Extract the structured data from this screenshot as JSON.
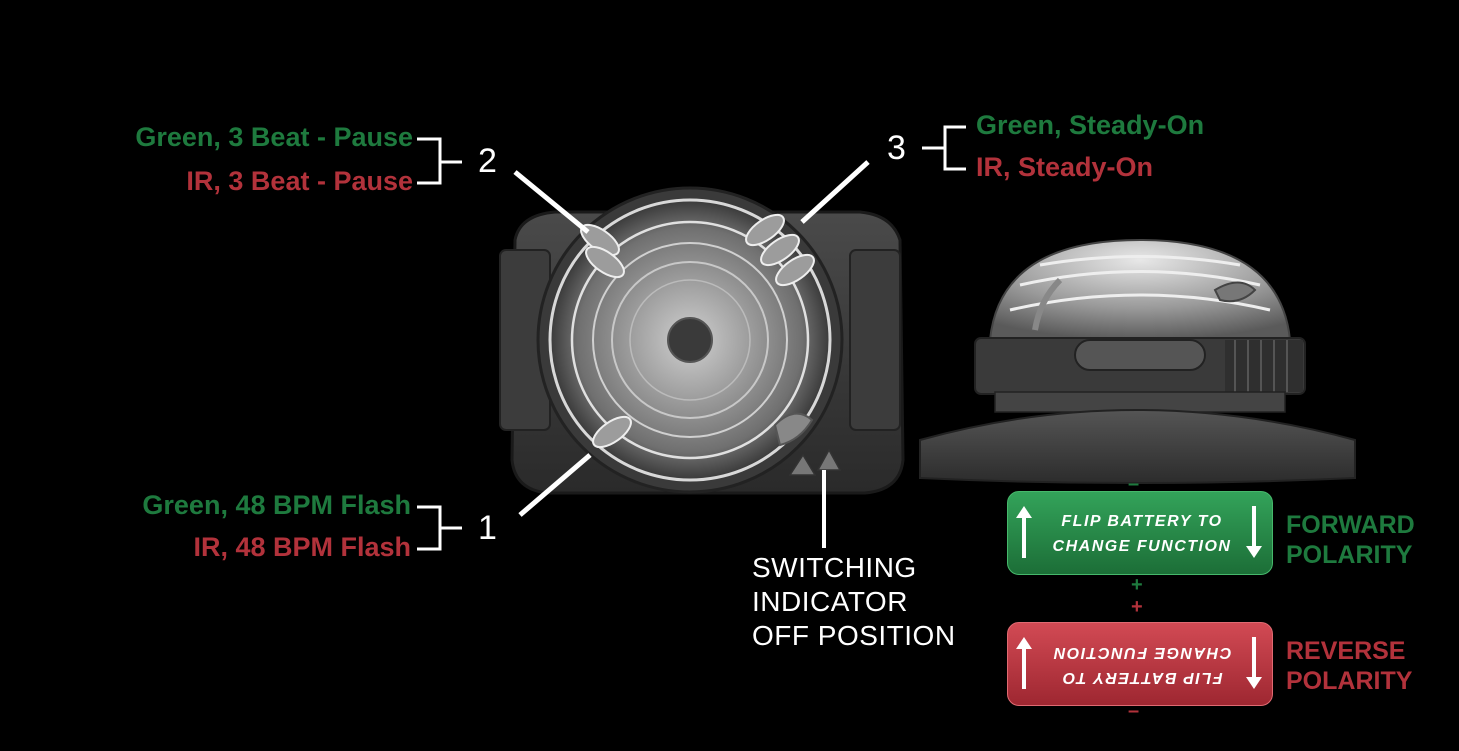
{
  "colors": {
    "green": "#1e7a3e",
    "red": "#b2323b",
    "white": "#ffffff",
    "background": "#000000"
  },
  "callouts": {
    "position_1": {
      "number": "1",
      "green_label": "Green, 48 BPM Flash",
      "ir_label": "IR, 48 BPM Flash"
    },
    "position_2": {
      "number": "2",
      "green_label": "Green, 3 Beat - Pause",
      "ir_label": "IR, 3 Beat - Pause"
    },
    "position_3": {
      "number": "3",
      "green_label": "Green, Steady-On",
      "ir_label": "IR, Steady-On"
    },
    "switching_indicator": {
      "line1": "SWITCHING",
      "line2": "INDICATOR",
      "line3": "OFF POSITION"
    }
  },
  "battery": {
    "forward": {
      "line1": "FLIP BATTERY TO",
      "line2": "CHANGE FUNCTION",
      "label_line1": "FORWARD",
      "label_line2": "POLARITY",
      "top_sign": "–",
      "bottom_sign": "+",
      "arrow_left": "up-arrow-icon",
      "arrow_right": "down-arrow-icon"
    },
    "reverse": {
      "line1": "FLIP BATTERY TO",
      "line2": "CHANGE FUNCTION",
      "label_line1": "REVERSE",
      "label_line2": "POLARITY",
      "top_sign": "+",
      "bottom_sign": "–",
      "arrow_left": "up-arrow-icon",
      "arrow_right": "down-arrow-icon"
    }
  }
}
